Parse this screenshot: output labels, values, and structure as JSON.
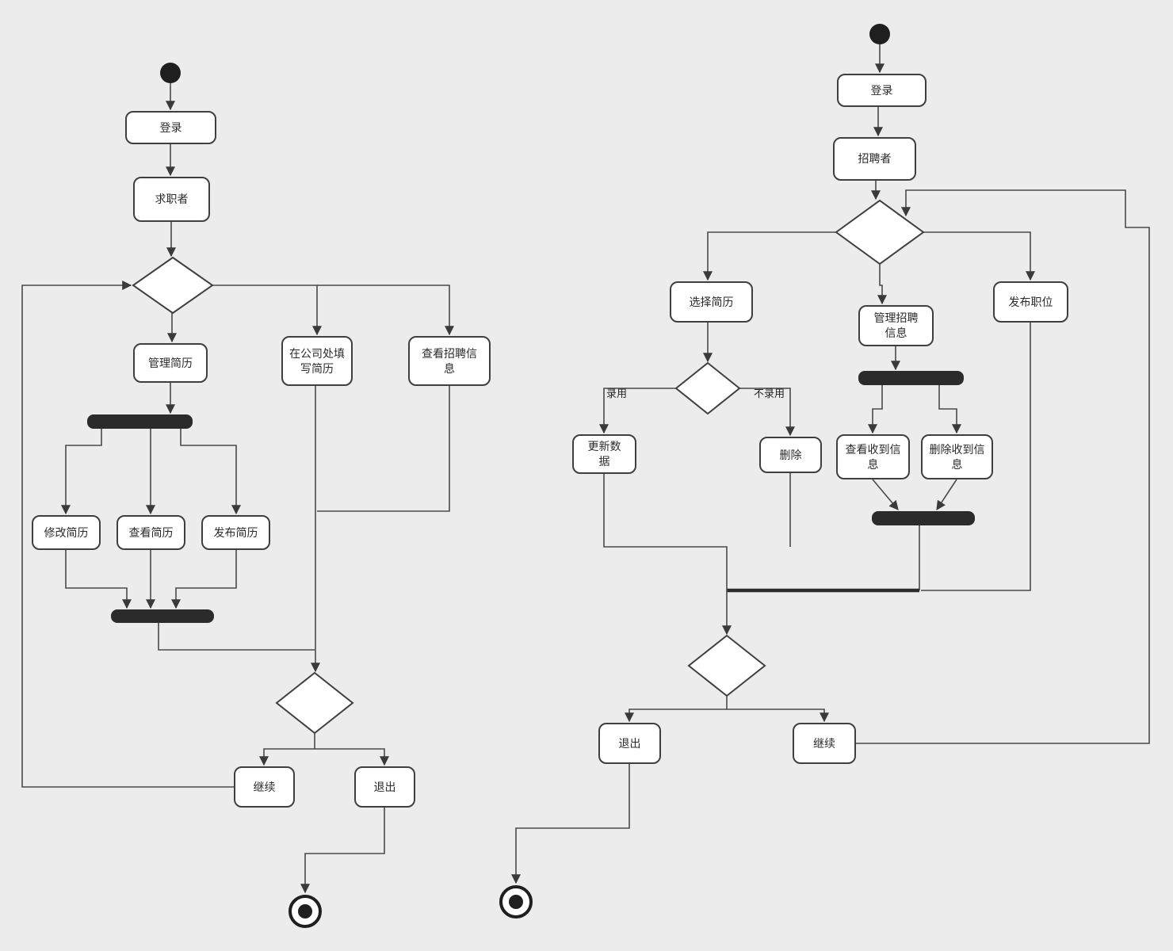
{
  "left": {
    "nodes": {
      "login": "登录",
      "job_seeker": "求职者",
      "manage_resume": "管理简历",
      "fill_resume_at_company": "在公司处填写简历",
      "view_job_info": "查看招聘信息",
      "edit_resume": "修改简历",
      "view_resume": "查看简历",
      "publish_resume": "发布简历",
      "continue": "继续",
      "exit": "退出"
    }
  },
  "right": {
    "nodes": {
      "login": "登录",
      "recruiter": "招聘者",
      "select_resume": "选择简历",
      "manage_job_postings": "管理招聘信息",
      "publish_job": "发布职位",
      "update_data": "更新数据",
      "delete": "删除",
      "view_received_info": "查看收到信息",
      "delete_received_info": "删除收到信息",
      "exit": "退出",
      "continue": "继续"
    },
    "edge_labels": {
      "hire": "录用",
      "reject": "不录用"
    }
  },
  "colors": {
    "background": "#ececec",
    "node_fill": "#ffffff",
    "node_border": "#3f3f3f",
    "bar_fill": "#2b2b2b",
    "wire": "#4a4a4a"
  }
}
